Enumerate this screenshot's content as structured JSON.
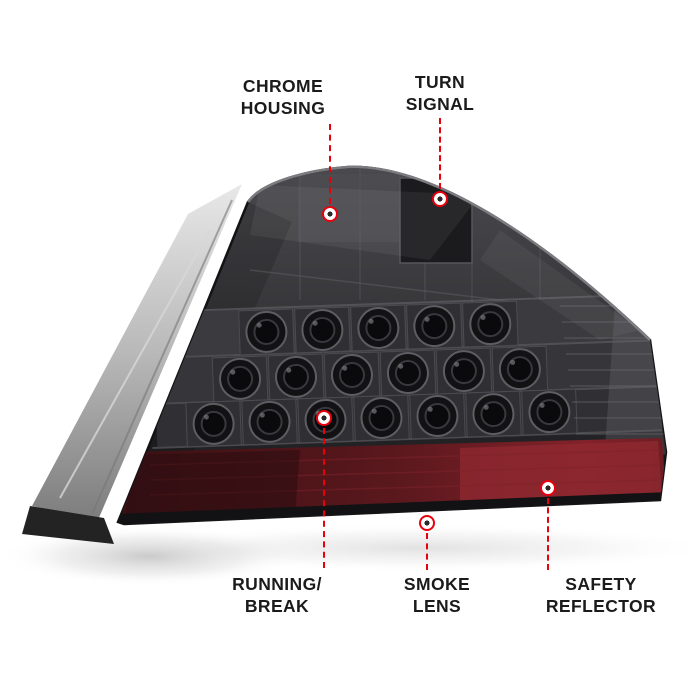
{
  "figure": {
    "subject": "smoked LED tail light with chrome housing, annotated product callouts"
  },
  "callouts": [
    {
      "id": "chrome-housing",
      "label": "CHROME\nHOUSING"
    },
    {
      "id": "turn-signal",
      "label": "TURN\nSIGNAL"
    },
    {
      "id": "running-break",
      "label": "RUNNING/\nBREAK"
    },
    {
      "id": "smoke-lens",
      "label": "SMOKE\nLENS"
    },
    {
      "id": "safety-reflector",
      "label": "SAFETY\nREFLECTOR"
    }
  ],
  "colors": {
    "callout_line": "#e8000d",
    "label_text": "#1b1b1b",
    "background": "#ffffff",
    "lens_smoke": "#2b2b2e",
    "reflector_red": "#6e1d24",
    "housing_gray": "#bdbdbd"
  }
}
